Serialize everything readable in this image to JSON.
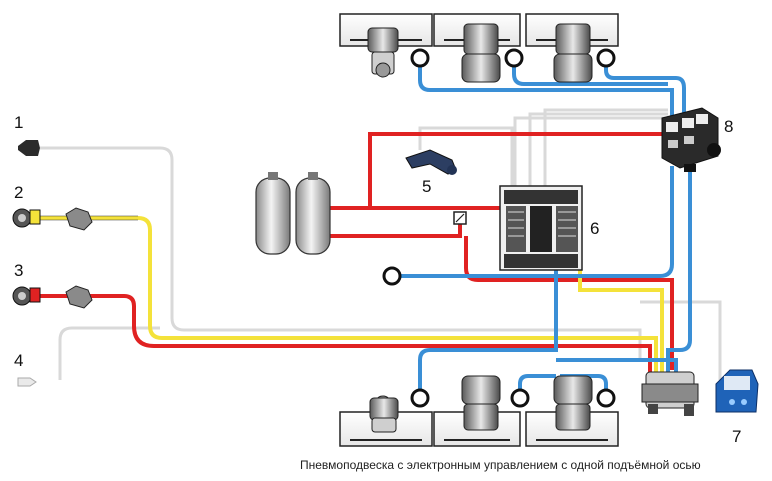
{
  "labels": {
    "l1": "1",
    "l2": "2",
    "l3": "3",
    "l4": "4",
    "l5": "5",
    "l6": "6",
    "l7": "7",
    "l8": "8"
  },
  "caption": "Пневмоподвеска с электронным управлением с одной подъёмной осью",
  "colors": {
    "blue": "#3a8fd6",
    "red": "#e02222",
    "yellow": "#f4e23a",
    "grey_line": "#d8d8d8"
  }
}
